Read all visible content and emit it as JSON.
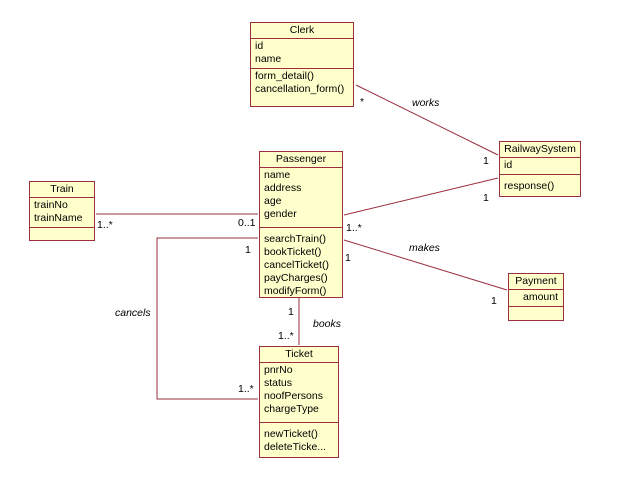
{
  "classes": {
    "clerk": {
      "name": "Clerk",
      "attributes": [
        "id",
        "name"
      ],
      "operations": [
        "form_detail()",
        "cancellation_form()"
      ]
    },
    "railway_system": {
      "name": "RailwaySystem",
      "attributes": [
        "id"
      ],
      "operations": [
        "response()"
      ]
    },
    "train": {
      "name": "Train",
      "attributes": [
        "trainNo",
        "trainName"
      ],
      "operations": []
    },
    "passenger": {
      "name": "Passenger",
      "attributes": [
        "name",
        "address",
        "age",
        "gender"
      ],
      "operations": [
        "searchTrain()",
        "bookTicket()",
        "cancelTicket()",
        "payCharges()",
        "modifyForm()"
      ]
    },
    "payment": {
      "name": "Payment",
      "attributes": [
        "amount"
      ],
      "operations": []
    },
    "ticket": {
      "name": "Ticket",
      "attributes": [
        "pnrNo",
        "status",
        "noofPersons",
        "chargeType"
      ],
      "operations": [
        "newTicket()",
        "deleteTicke..."
      ]
    }
  },
  "associations": {
    "works": {
      "name": "works",
      "clerk_end": "*",
      "system_end": "1"
    },
    "passenger_system": {
      "passenger_end": "1..*",
      "system_end": "1"
    },
    "train_passenger": {
      "train_end": "1..*",
      "passenger_end": "0..1"
    },
    "makes": {
      "name": "makes",
      "passenger_end": "1",
      "payment_end": "1"
    },
    "books": {
      "name": "books",
      "passenger_end": "1",
      "ticket_end": "1..*"
    },
    "cancels": {
      "name": "cancels",
      "passenger_end": "1",
      "ticket_end": "1..*"
    }
  },
  "colors": {
    "line": "#9b2f3f",
    "class_fill": "#ffffcc",
    "class_border": "#9b2f3f"
  }
}
